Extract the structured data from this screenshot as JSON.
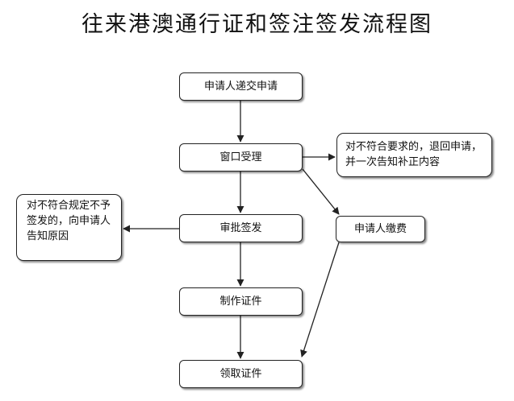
{
  "title": "往来港澳通行证和签注签发流程图",
  "nodes": {
    "apply": "申请人递交申请",
    "window": "窗口受理",
    "review": "审批签发",
    "make": "制作证件",
    "collect": "领取证件",
    "fee": "申请人缴费"
  },
  "notes": {
    "reject_requirements": "对不符合要求的，退回申请，并一次告知补正内容",
    "reject_sign": "对不符合规定不予签发的，向申请人告知原因"
  },
  "colors": {
    "line": "#222222",
    "box_border": "#222222",
    "background": "#ffffff"
  }
}
